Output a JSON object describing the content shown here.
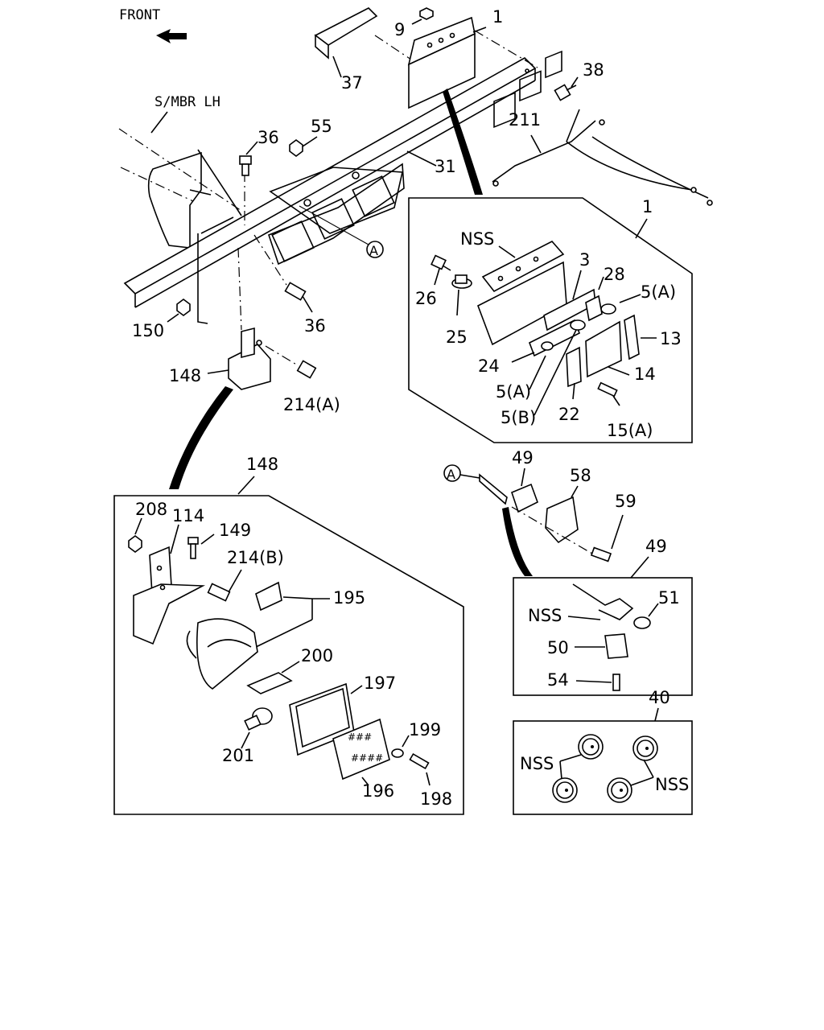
{
  "header": {
    "front_label": "FRONT",
    "frame_label": "S/MBR LH"
  },
  "callouts": {
    "c9": "9",
    "c1": "1",
    "c38": "38",
    "c37": "37",
    "c55": "55",
    "c36_top": "36",
    "c31": "31",
    "c211": "211",
    "cA_main": "A",
    "c36_bot": "36",
    "c150": "150",
    "c148": "148",
    "c214a": "214(A)"
  },
  "detail_1": {
    "title": "1",
    "nss": "NSS",
    "c3": "3",
    "c28": "28",
    "c5a_top": "5(A)",
    "c26": "26",
    "c25": "25",
    "c13": "13",
    "c24": "24",
    "c14": "14",
    "c5a_bot": "5(A)",
    "c5b": "5(B)",
    "c22": "22",
    "c15a": "15(A)"
  },
  "detail_148": {
    "title": "148",
    "c208": "208",
    "c114": "114",
    "c149": "149",
    "c214b": "214(B)",
    "c195": "195",
    "c200": "200",
    "c197": "197",
    "c199": "199",
    "c201": "201",
    "c196": "196",
    "c198": "198"
  },
  "assy_49": {
    "cA": "A",
    "c49": "49",
    "c58": "58",
    "c59": "59"
  },
  "detail_49": {
    "title": "49",
    "c51": "51",
    "nss": "NSS",
    "c50": "50",
    "c54": "54"
  },
  "detail_40": {
    "title": "40",
    "nss_left": "NSS",
    "nss_right": "NSS"
  }
}
